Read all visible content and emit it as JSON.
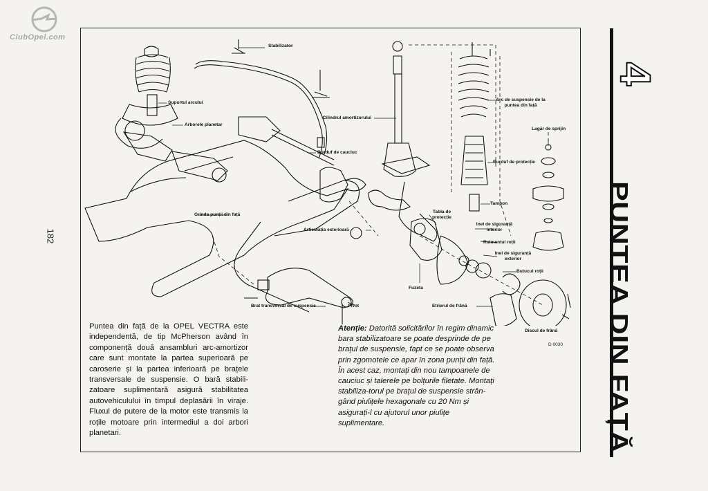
{
  "watermark": {
    "text": "ClubOpel.com"
  },
  "page_number": "182",
  "chapter": {
    "number": "4",
    "title": "PUNTEA DIN FAȚĂ"
  },
  "diagram": {
    "labels": {
      "stabilizator": "Stabilizator",
      "suport_arc": "Suportul arcului",
      "arbore_planetar": "Arborele planetar",
      "cilindru_amortizor": "Cilindrul amortizorului",
      "burduf_cauciuc": "Burduf de cauciuc",
      "grinda_punte": "Grinda punții din față",
      "articulatie_exterioara": "Articulația exterioară",
      "brat_transversal": "Brat transversal de suspensie",
      "pivot": "Pivot",
      "fuzeta": "Fuzeta",
      "tabla_protectie": "Tabla de protecție",
      "inel_siguranta_interior": "Inel de siguranță interior",
      "rulment_roata": "Rulmentul roții",
      "inel_siguranta_exterior": "Inel de siguranță exterior",
      "butucul_rotii": "Butucul roții",
      "etrierul_frana": "Etrierul de frână",
      "discul_frana": "Discul de frână",
      "arc_suspensie": "Arc de suspensie de la puntea din față",
      "burduf_protectie": "Burduf de protecție",
      "tampon": "Tampon",
      "lagar_sprijin": "Lagăr de sprijin"
    },
    "drawing_code": "D 0030"
  },
  "intro_text": "Puntea din față de la OPEL VECTRA este independentă, de tip McPherson având în componență două ansambluri arc-amortizor care sunt montate la partea superioară pe caroserie și la partea inferioară pe brațele transversale de suspensie. O bară stabili-zatoare suplimentară asigură stabilitatea autovehiculului în timpul deplasării în viraje. Fluxul de putere de la motor este transmis la roțile motoare prin intermediul a doi arbori planetari.",
  "warning": {
    "label": "Atenție:",
    "text": " Datorită solicitărilor în regim dinamic bara stabilizatoare se poate desprinde de pe brațul de suspensie, fapt ce se poate observa prin zgomotele ce apar în zona punții din față. În acest caz, montați din nou tampoanele de cauciuc și talerele pe bolțurile filetate. Montați stabiliza-torul pe brațul de suspensie strân-gând piulițele hexagonale cu 20 Nm și asigurați-l cu ajutorul unor piulițe suplimentare."
  }
}
